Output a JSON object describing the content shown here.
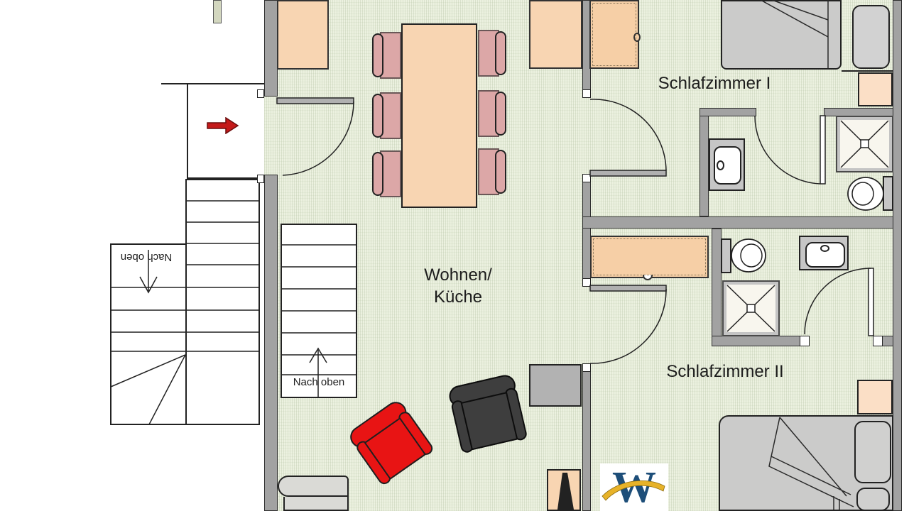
{
  "labels": {
    "living_room_line1": "Wohnen/",
    "living_room_line2": "Küche",
    "bedroom1": "Schlafzimmer I",
    "bedroom2": "Schlafzimmer II",
    "stairs_note_inner": "Nach oben",
    "stairs_note_outer": "Nach oben",
    "logo_letter": "W"
  },
  "colors": {
    "floor": "#ecf1e0",
    "wall": "#a2a2a2",
    "furniture_peach": "#f8d5b2",
    "chair_rose": "#dca7a7",
    "wardrobe_tan": "#f6cfa6",
    "bed_gray": "#cbcbca",
    "armchair_red": "#e81414",
    "armchair_dark": "#3e3e3e",
    "entry_arrow_red": "#c41a1a",
    "logo_blue": "#1d4e79",
    "logo_gold": "#e7b229"
  }
}
